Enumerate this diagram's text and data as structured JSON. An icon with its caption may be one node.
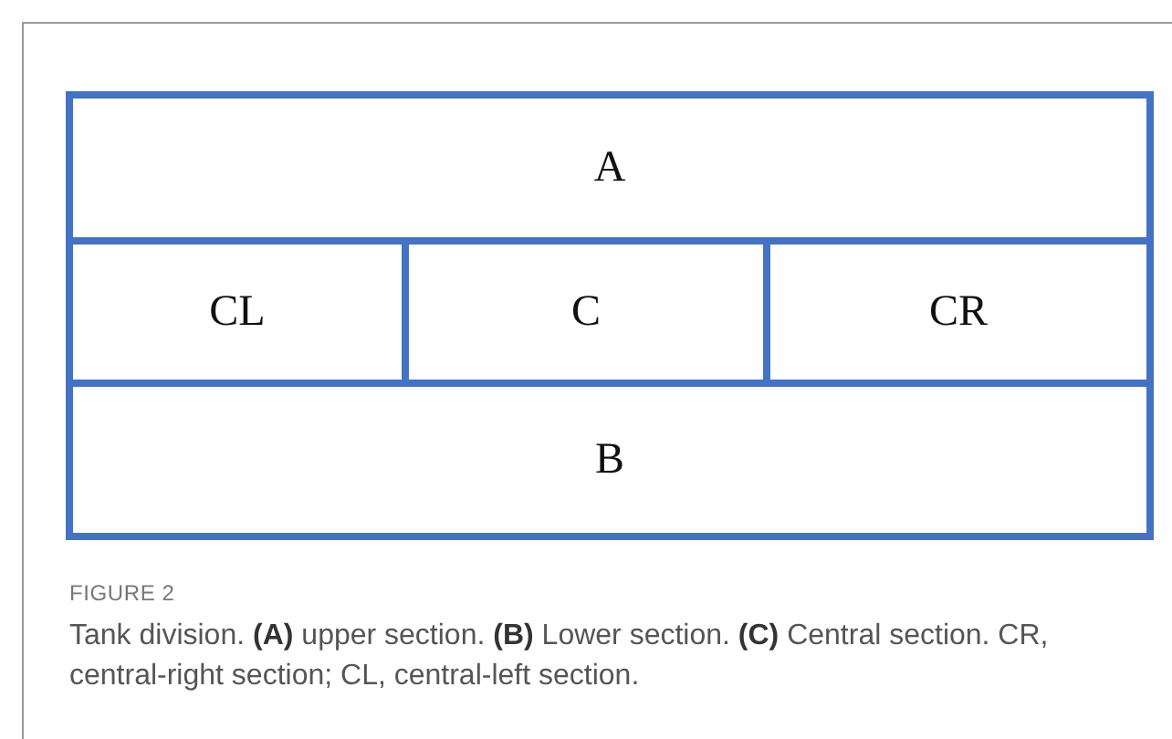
{
  "diagram": {
    "caption": "Tank division. **(A)** upper section. **(B)** Lower section. **(C)** Central section. CR, central-right section; CL, central-left section.",
    "nodes": [
      {
        "text": [
          "A"
        ]
      },
      {
        "text": [
          "CL"
        ]
      },
      {
        "text": [
          "C"
        ]
      },
      {
        "text": [
          "CR"
        ]
      },
      {
        "text": [
          "B"
        ]
      }
    ],
    "labels": [
      "FIGURE 2"
    ]
  }
}
